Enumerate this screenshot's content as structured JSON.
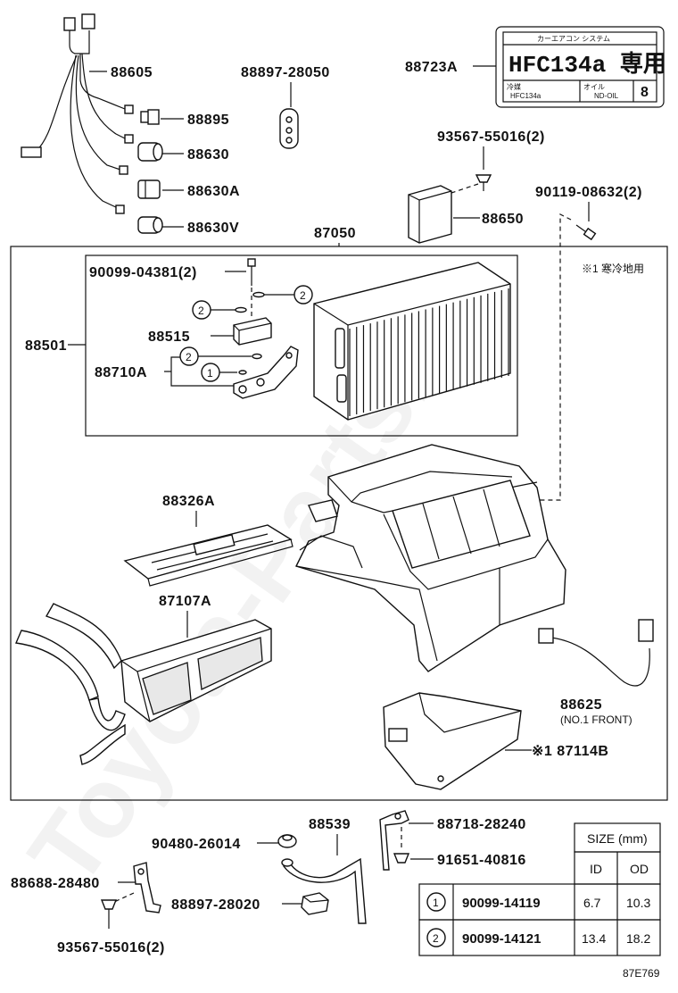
{
  "labels": {
    "p88605": "88605",
    "p88897_28050": "88897-28050",
    "p88723A": "88723A",
    "p88895": "88895",
    "p88630": "88630",
    "p88630A": "88630A",
    "p88630V": "88630V",
    "p93567_top": "93567-55016(2)",
    "p88650": "88650",
    "p90119": "90119-08632(2)",
    "p87050": "87050",
    "p90099_04381": "90099-04381(2)",
    "note_cold": "※1 寒冷地用",
    "p88501": "88501",
    "p88515": "88515",
    "p88710A": "88710A",
    "p88326A": "88326A",
    "p87107A": "87107A",
    "p88625": "88625",
    "p88625_sub": "(NO.1 FRONT)",
    "p87114B": "※1 87114B",
    "p88539": "88539",
    "p88718": "88718-28240",
    "p90480": "90480-26014",
    "p91651": "91651-40816",
    "p88688": "88688-28480",
    "p88897_28020": "88897-28020",
    "p93567_bot": "93567-55016(2)",
    "circle1": "1",
    "circle2": "2",
    "drawing_code": "87E769"
  },
  "hfc_label": {
    "header": "カーエアコン システム",
    "main": "HFC134a 専用",
    "refrigerant_label": "冷媒",
    "refrigerant_value": "HFC134a",
    "oil_label": "オイル",
    "oil_value": "ND-OIL",
    "number": "8"
  },
  "size_table": {
    "title": "SIZE (mm)",
    "col_id": "ID",
    "col_od": "OD",
    "rows": [
      {
        "no": "1",
        "part": "90099-14119",
        "id": "6.7",
        "od": "10.3"
      },
      {
        "no": "2",
        "part": "90099-14121",
        "id": "13.4",
        "od": "18.2"
      }
    ]
  },
  "watermark": "Toyota-Parts.ru"
}
